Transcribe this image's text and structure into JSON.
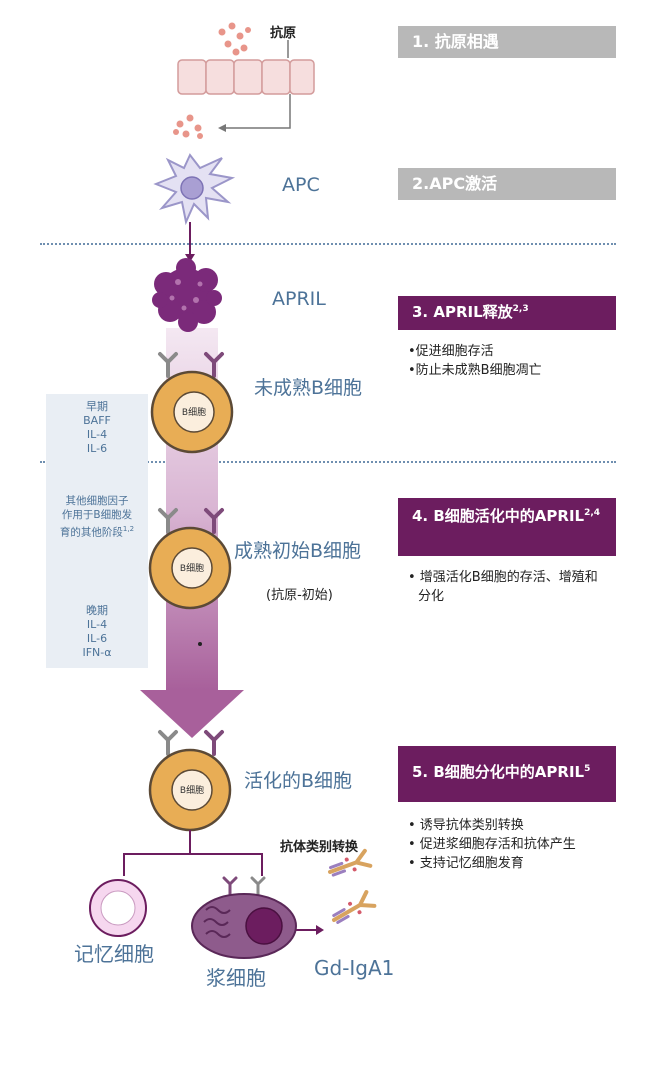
{
  "steps": [
    {
      "label": "1. 抗原相遇"
    },
    {
      "label": "2.APC激活"
    },
    {
      "label": "3. APRIL释放",
      "sup": "2,3",
      "bullets": [
        "•促进细胞存活",
        "•防止未成熟B细胞凋亡"
      ]
    },
    {
      "label": "4. B细胞活化中的APRIL",
      "sup": "2,4",
      "bullets": [
        "• 增强活化B细胞的存活、增殖和分化"
      ]
    },
    {
      "label": "5. B细胞分化中的APRIL",
      "sup": "5",
      "bullets": [
        "• 诱导抗体类别转换",
        "• 促进浆细胞存活和抗体产生",
        "• 支持记忆细胞发育"
      ]
    }
  ],
  "labels": {
    "antigen": "抗原",
    "apc": "APC",
    "april": "APRIL",
    "immature_b": "未成熟B细胞",
    "mature_naive_b": "成熟初始B细胞",
    "mature_naive_sub": "(抗原-初始)",
    "activated_b": "活化的B细胞",
    "class_switch": "抗体类别转换",
    "memory_cell": "记忆细胞",
    "plasma_cell": "浆细胞",
    "gd_iga1": "Gd-IgA1",
    "b_cell_nucleus": "B细胞"
  },
  "side_notes": {
    "early": [
      "早期",
      "BAFF",
      "IL-4",
      "IL-6"
    ],
    "other": [
      "其他细胞因子",
      "作用于B细胞发",
      "育的其他阶段"
    ],
    "other_sup": "1,2",
    "late": [
      "晚期",
      "IL-4",
      "IL-6",
      "IFN-α"
    ]
  },
  "colors": {
    "gray_step": "#b8b8b8",
    "purple_step": "#6c1d5f",
    "label_blue": "#4d7398",
    "b_cell_fill": "#e8ad55",
    "nucleus_fill": "#fbeedd"
  }
}
